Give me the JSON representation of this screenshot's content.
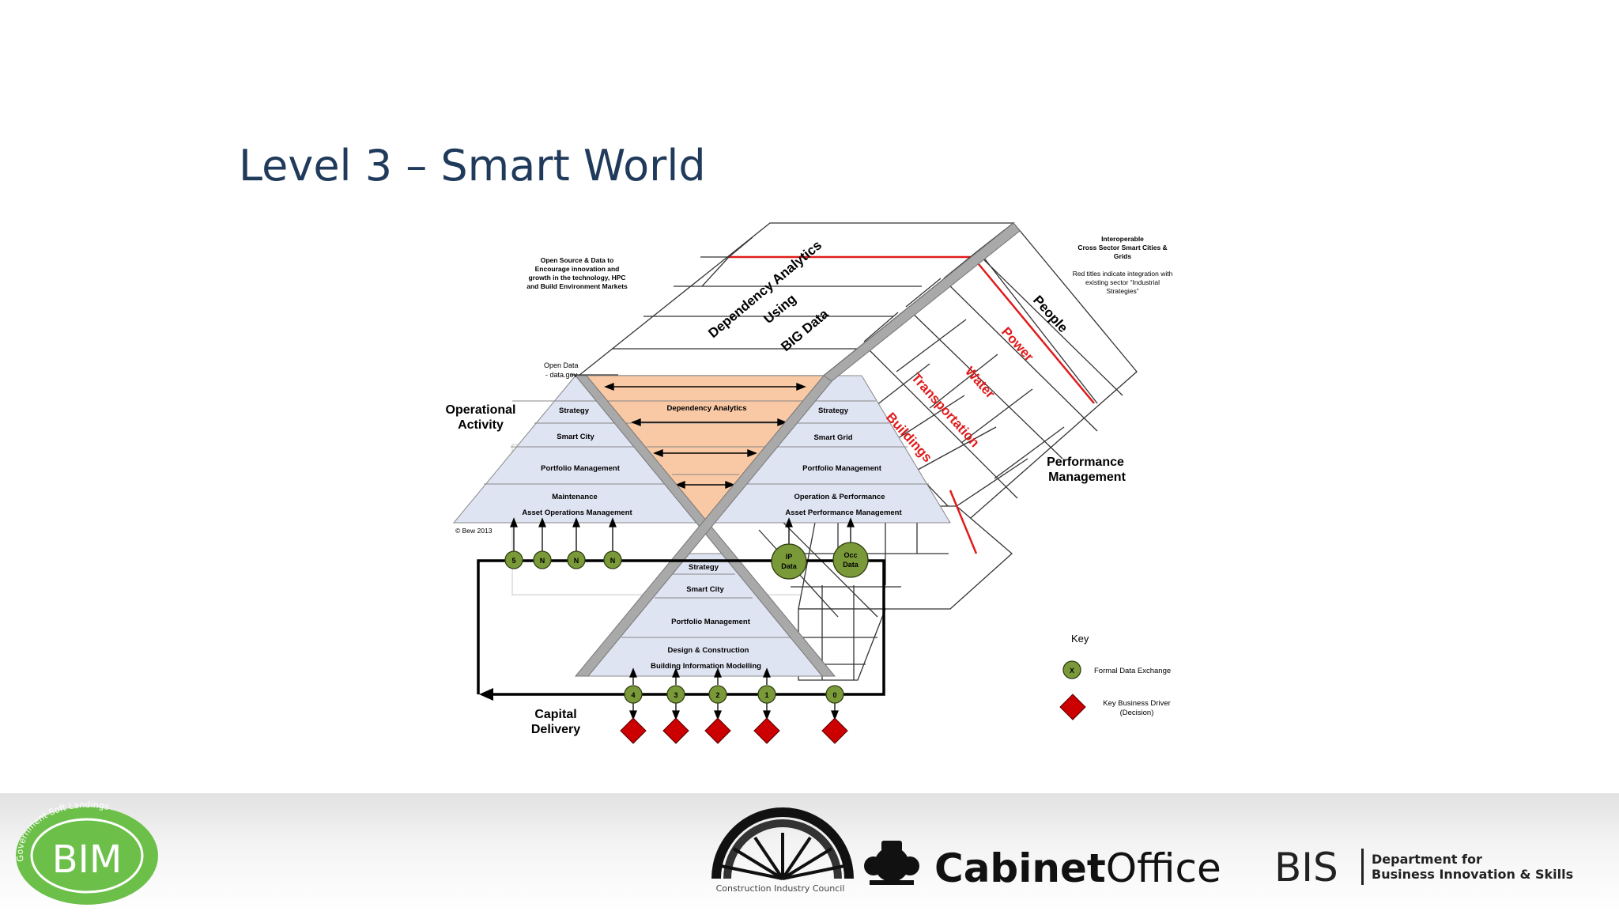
{
  "slide": {
    "title": "Level 3 – Smart World"
  },
  "diagram": {
    "notes": {
      "open_source": [
        "Open Source & Data to",
        "Encourage innovation and",
        "growth in the technology, HPC",
        "and Build Environment Markets"
      ],
      "interoperable": [
        "Interoperable",
        "Cross Sector Smart Cities &",
        "Grids"
      ],
      "red_titles": [
        "Red titles indicate integration with",
        "existing sector “Industrial",
        "Strategies”"
      ],
      "open_data": [
        "Open Data",
        "-  data.gov"
      ],
      "copyright": "© Bew 2013"
    },
    "top_panel": {
      "line1": "Dependency Analytics",
      "line2": "Using",
      "line3": "BIG Data"
    },
    "sectors": [
      {
        "label": "People",
        "color": "#000000"
      },
      {
        "label": "Power",
        "color": "#e01b1b"
      },
      {
        "label": "Water",
        "color": "#e01b1b"
      },
      {
        "label": "Transportation",
        "color": "#e01b1b"
      },
      {
        "label": "Buildings",
        "color": "#e01b1b"
      }
    ],
    "left_group": [
      "Operational",
      "Activity"
    ],
    "right_group": [
      "Performance",
      "Management"
    ],
    "bottom_group": [
      "Capital",
      "Delivery"
    ],
    "left_pyramid": [
      "Strategy",
      "Smart City",
      "Portfolio Management",
      "Maintenance",
      "Asset Operations Management"
    ],
    "right_pyramid": [
      "Strategy",
      "Smart Grid",
      "Portfolio Management",
      "Operation & Performance",
      "Asset Performance Management"
    ],
    "center_triangle": "Dependency Analytics",
    "bottom_pyramid": [
      "Strategy",
      "Smart City",
      "Portfolio Management",
      "Design & Construction",
      "Building Information Modelling"
    ],
    "top_exchanges": [
      "5",
      "N",
      "N",
      "N"
    ],
    "data_nodes": [
      [
        "IP",
        "Data"
      ],
      [
        "Occ",
        "Data"
      ]
    ],
    "bottom_exchanges": [
      "4",
      "3",
      "2",
      "1",
      "0"
    ],
    "key": {
      "title": "Key",
      "symbol": "X",
      "formal": "Formal Data Exchange",
      "driver": [
        "Key Business Driver",
        "(Decision)"
      ]
    },
    "colors": {
      "exchange_green": "#7a9a3a",
      "driver_red": "#cc0000",
      "triangle_fill": "#f8c9a4",
      "pyramid_fill": "#dfe4f2",
      "accent_red": "#e01b1b"
    }
  },
  "footer": {
    "bim_logo": {
      "text": "BIM",
      "ring": "Government Soft Landings"
    },
    "cic": "Construction Industry Council",
    "cabinet": {
      "bold": "Cabinet",
      "light": "Office"
    },
    "bis": {
      "abbr": "BIS",
      "line1": "Department for",
      "line2": "Business Innovation & Skills"
    }
  }
}
